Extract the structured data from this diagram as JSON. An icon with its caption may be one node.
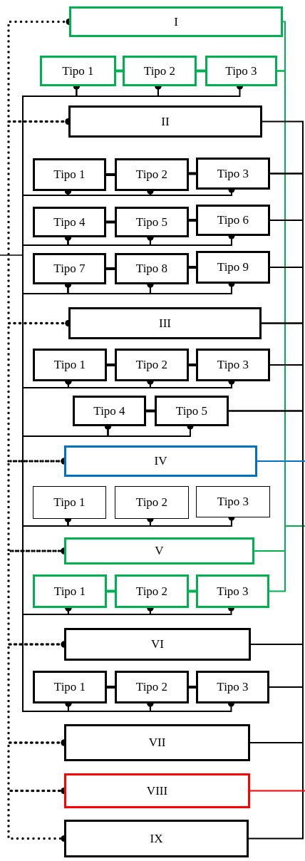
{
  "diagram": {
    "nodes": [
      {
        "text": [
          "I"
        ]
      },
      {
        "text": [
          "Tipo 1"
        ]
      },
      {
        "text": [
          "Tipo 2"
        ]
      },
      {
        "text": [
          "Tipo 3"
        ]
      },
      {
        "text": [
          "II"
        ]
      },
      {
        "text": [
          "Tipo 1"
        ]
      },
      {
        "text": [
          "Tipo 2"
        ]
      },
      {
        "text": [
          "Tipo 3"
        ]
      },
      {
        "text": [
          "Tipo 4"
        ]
      },
      {
        "text": [
          "Tipo 5"
        ]
      },
      {
        "text": [
          "Tipo 6"
        ]
      },
      {
        "text": [
          "Tipo 7"
        ]
      },
      {
        "text": [
          "Tipo 8"
        ]
      },
      {
        "text": [
          "Tipo 9"
        ]
      },
      {
        "text": [
          "III"
        ]
      },
      {
        "text": [
          "Tipo 1"
        ]
      },
      {
        "text": [
          "Tipo 2"
        ]
      },
      {
        "text": [
          "Tipo 3"
        ]
      },
      {
        "text": [
          "Tipo 4"
        ]
      },
      {
        "text": [
          "Tipo 5"
        ]
      },
      {
        "text": [
          "IV"
        ]
      },
      {
        "text": [
          "Tipo 1"
        ]
      },
      {
        "text": [
          "Tipo 2"
        ]
      },
      {
        "text": [
          "Tipo 3"
        ]
      },
      {
        "text": [
          "V"
        ]
      },
      {
        "text": [
          "Tipo 1"
        ]
      },
      {
        "text": [
          "Tipo 2"
        ]
      },
      {
        "text": [
          "Tipo 3"
        ]
      },
      {
        "text": [
          "VI"
        ]
      },
      {
        "text": [
          "Tipo 1"
        ]
      },
      {
        "text": [
          "Tipo 2"
        ]
      },
      {
        "text": [
          "Tipo 3"
        ]
      },
      {
        "text": [
          "VII"
        ]
      },
      {
        "text": [
          "VIII"
        ]
      },
      {
        "text": [
          "IX"
        ]
      }
    ],
    "edges": [
      {
        "from": 0,
        "to": 4,
        "arrow": "other",
        "style": "dashed"
      },
      {
        "from": 4,
        "to": 14,
        "arrow": "other",
        "style": "dashed"
      },
      {
        "from": 14,
        "to": 20,
        "arrow": "other",
        "style": "dashed"
      },
      {
        "from": 20,
        "to": 24,
        "arrow": "other",
        "style": "dashed"
      },
      {
        "from": 24,
        "to": 28,
        "arrow": "other",
        "style": "dashed"
      },
      {
        "from": 28,
        "to": 32,
        "arrow": "other",
        "style": "dashed"
      },
      {
        "from": 32,
        "to": 33,
        "arrow": "other",
        "style": "dashed"
      },
      {
        "from": 33,
        "to": 34,
        "arrow": "other",
        "style": "dashed"
      },
      {
        "from": 0,
        "to": 3,
        "arrow": "none",
        "color": "#00b050"
      },
      {
        "from": 3,
        "to": 24,
        "arrow": "none",
        "color": "#00b050"
      },
      {
        "from": 24,
        "to": 27,
        "arrow": "none",
        "color": "#00b050"
      },
      {
        "from": 24,
        "to": null,
        "arrow": "none",
        "color": "#00b050"
      },
      {
        "from": 4,
        "to": 7,
        "arrow": "none"
      },
      {
        "from": 7,
        "to": 10,
        "arrow": "none"
      },
      {
        "from": 10,
        "to": 13,
        "arrow": "none"
      },
      {
        "from": 13,
        "to": 14,
        "arrow": "none"
      },
      {
        "from": 14,
        "to": 17,
        "arrow": "none"
      },
      {
        "from": 17,
        "to": 19,
        "arrow": "none"
      },
      {
        "from": 19,
        "to": 28,
        "arrow": "none"
      },
      {
        "from": 28,
        "to": 31,
        "arrow": "none"
      },
      {
        "from": 31,
        "to": 32,
        "arrow": "none"
      },
      {
        "from": 32,
        "to": 34,
        "arrow": "none"
      },
      {
        "from": 20,
        "to": null,
        "arrow": "none",
        "color": "#0070c0"
      },
      {
        "from": 33,
        "to": null,
        "arrow": "none",
        "color": "#ff0000"
      },
      {
        "from": 1,
        "to": 2,
        "arrow": "none",
        "style": "thick",
        "color": "#00b050"
      },
      {
        "from": 2,
        "to": 3,
        "arrow": "none",
        "style": "thick",
        "color": "#00b050"
      },
      {
        "from": 5,
        "to": 6,
        "arrow": "none",
        "style": "thick"
      },
      {
        "from": 6,
        "to": 7,
        "arrow": "none",
        "style": "thick"
      },
      {
        "from": 8,
        "to": 9,
        "arrow": "none",
        "style": "thick"
      },
      {
        "from": 9,
        "to": 10,
        "arrow": "none",
        "style": "thick"
      },
      {
        "from": 11,
        "to": 12,
        "arrow": "none",
        "style": "thick"
      },
      {
        "from": 12,
        "to": 13,
        "arrow": "none",
        "style": "thick"
      },
      {
        "from": 15,
        "to": 16,
        "arrow": "none",
        "style": "thick"
      },
      {
        "from": 16,
        "to": 17,
        "arrow": "none",
        "style": "thick"
      },
      {
        "from": 18,
        "to": 19,
        "arrow": "none",
        "style": "thick"
      },
      {
        "from": 25,
        "to": 26,
        "arrow": "none",
        "style": "thick",
        "color": "#00b050"
      },
      {
        "from": 26,
        "to": 27,
        "arrow": "none",
        "style": "thick",
        "color": "#00b050"
      },
      {
        "from": 29,
        "to": 30,
        "arrow": "none",
        "style": "thick"
      },
      {
        "from": 30,
        "to": 31,
        "arrow": "none",
        "style": "thick"
      },
      {
        "from": 1,
        "to": 2,
        "arrow": "other"
      },
      {
        "from": 2,
        "to": 3,
        "arrow": "other"
      },
      {
        "from": 1,
        "to": 5,
        "arrow": "other"
      },
      {
        "from": 5,
        "to": 6,
        "arrow": "other"
      },
      {
        "from": 6,
        "to": 7,
        "arrow": "other"
      },
      {
        "from": 5,
        "to": 8,
        "arrow": "other"
      },
      {
        "from": 8,
        "to": 9,
        "arrow": "other"
      },
      {
        "from": 9,
        "to": 10,
        "arrow": "other"
      },
      {
        "from": 8,
        "to": 11,
        "arrow": "other"
      },
      {
        "from": 11,
        "to": 12,
        "arrow": "other"
      },
      {
        "from": 12,
        "to": 13,
        "arrow": "other"
      },
      {
        "from": 11,
        "to": 15,
        "arrow": "other"
      },
      {
        "from": 15,
        "to": 16,
        "arrow": "other"
      },
      {
        "from": 16,
        "to": 17,
        "arrow": "other"
      },
      {
        "from": 15,
        "to": 18,
        "arrow": "other"
      },
      {
        "from": 18,
        "to": 19,
        "arrow": "other"
      },
      {
        "from": 18,
        "to": 21,
        "arrow": "other"
      },
      {
        "from": 21,
        "to": 22,
        "arrow": "other"
      },
      {
        "from": 22,
        "to": 23,
        "arrow": "other"
      },
      {
        "from": 21,
        "to": 25,
        "arrow": "other"
      },
      {
        "from": 25,
        "to": 26,
        "arrow": "other"
      },
      {
        "from": 26,
        "to": 27,
        "arrow": "other"
      },
      {
        "from": 25,
        "to": 29,
        "arrow": "other"
      },
      {
        "from": 29,
        "to": 30,
        "arrow": "other"
      },
      {
        "from": 30,
        "to": 31,
        "arrow": "other"
      }
    ]
  }
}
